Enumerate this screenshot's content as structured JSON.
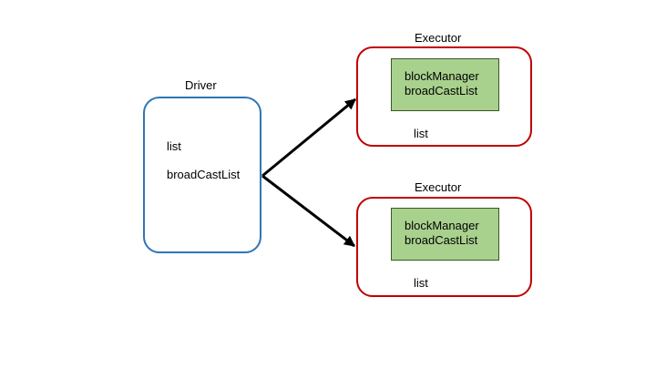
{
  "driver": {
    "title": "Driver",
    "items": [
      "list",
      "broadCastList"
    ]
  },
  "executors": [
    {
      "title": "Executor",
      "inner_lines": [
        "blockManager",
        "broadCastList"
      ],
      "footer": "list"
    },
    {
      "title": "Executor",
      "inner_lines": [
        "blockManager",
        "broadCastList"
      ],
      "footer": "list"
    }
  ],
  "colors": {
    "driver_border": "#2e75b6",
    "executor_border": "#c00000",
    "inner_fill": "#a9d18e",
    "arrow": "#000000"
  }
}
